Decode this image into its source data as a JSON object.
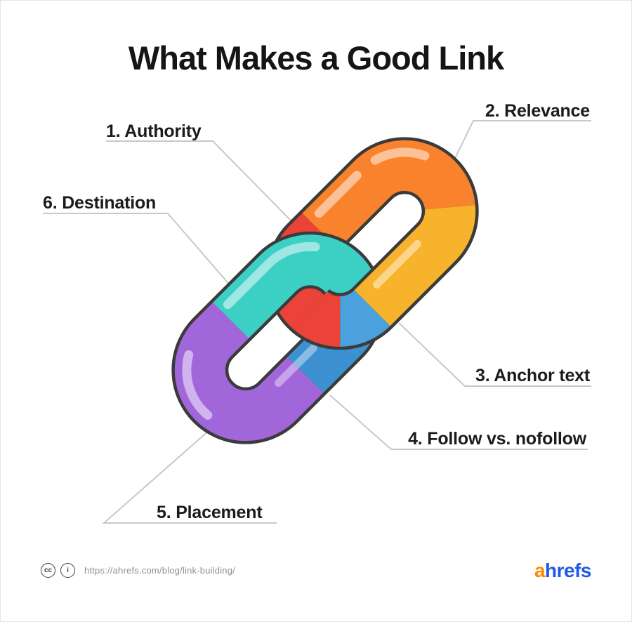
{
  "title": "What Makes a Good Link",
  "labels": {
    "authority": "1. Authority",
    "relevance": "2. Relevance",
    "anchor_text": "3. Anchor text",
    "follow": "4. Follow vs. nofollow",
    "placement": "5. Placement",
    "destination": "6. Destination"
  },
  "footer": {
    "license_icons": [
      "cc",
      "i"
    ],
    "url": "https://ahrefs.com/blog/link-building/",
    "logo": {
      "prefix": "a",
      "rest": "hrefs"
    }
  },
  "colors": {
    "red": "#EB4338",
    "orange": "#F9822C",
    "yellow": "#F7B32B",
    "blue": "#4BA1DC",
    "blue_shaded": "#3E91D0",
    "teal": "#3CCFC4",
    "purple": "#A266DB",
    "outline": "#3B3B3B",
    "leader": "#C8C8C8",
    "logo_orange": "#FF8800",
    "logo_blue": "#2058E8"
  },
  "diagram": {
    "type": "chain-links",
    "description": "Two interlocked chain links; colored segments are pointed to by numbered callouts",
    "links": [
      {
        "name": "top-right-link",
        "segments": [
          {
            "callout": "1. Authority",
            "color": "red"
          },
          {
            "callout": "2. Relevance",
            "color": "orange"
          },
          {
            "callout": "3. Anchor text",
            "color": "yellow"
          },
          {
            "callout": "4. Follow vs. nofollow",
            "color": "blue"
          }
        ]
      },
      {
        "name": "bottom-left-link",
        "segments": [
          {
            "callout": "5. Placement",
            "color": "purple"
          },
          {
            "callout": "6. Destination",
            "color": "teal"
          }
        ]
      }
    ]
  }
}
